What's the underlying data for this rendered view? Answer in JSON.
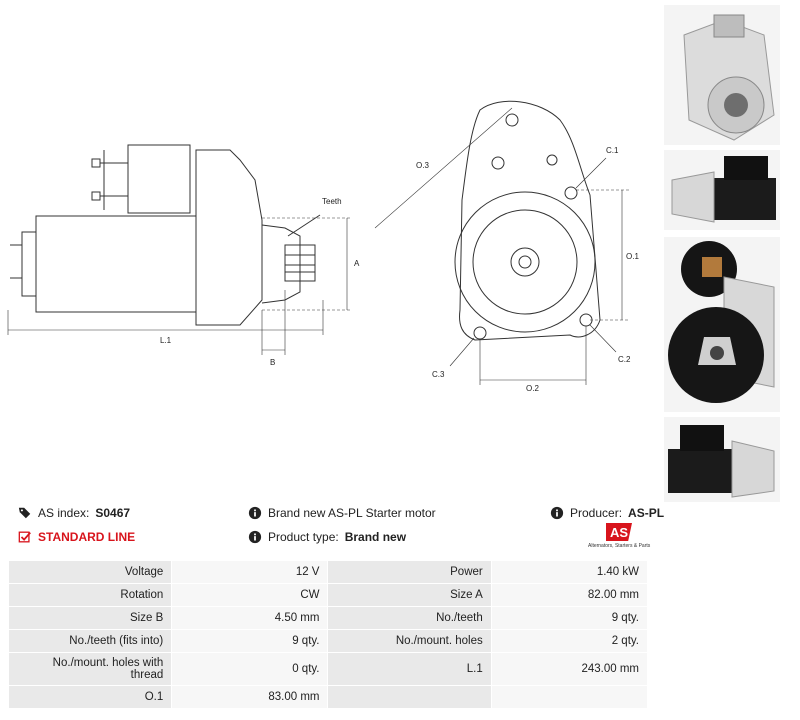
{
  "drawing_labels": {
    "teeth": "Teeth",
    "a": "A",
    "b": "B",
    "l1": "L.1",
    "c1": "C.1",
    "c2": "C.2",
    "c3": "C.3",
    "o1": "O.1",
    "o2": "O.2",
    "o3": "O.3"
  },
  "info": {
    "as_index_label": "AS index:",
    "as_index_value": "S0467",
    "standard_line": "STANDARD LINE",
    "description": "Brand new AS-PL Starter motor",
    "product_type_label": "Product type:",
    "product_type_value": "Brand new",
    "producer_label": "Producer:",
    "producer_value": "AS-PL"
  },
  "logo": {
    "mark": "AS",
    "tagline": "Alternators, Starters & Parts"
  },
  "specs": [
    {
      "label": "Voltage",
      "value": "12 V",
      "label2": "Power",
      "value2": "1.40 kW"
    },
    {
      "label": "Rotation",
      "value": "CW",
      "label2": "Size A",
      "value2": "82.00 mm"
    },
    {
      "label": "Size B",
      "value": "4.50 mm",
      "label2": "No./teeth",
      "value2": "9 qty."
    },
    {
      "label": "No./teeth (fits into)",
      "value": "9 qty.",
      "label2": "No./mount. holes",
      "value2": "2 qty."
    },
    {
      "label": "No./mount. holes with thread",
      "value": "0 qty.",
      "label2": "L.1",
      "value2": "243.00 mm"
    },
    {
      "label": "O.1",
      "value": "83.00 mm",
      "label2": "",
      "value2": ""
    }
  ],
  "colors": {
    "accent": "#d8141c",
    "label_bg": "#e9e9e9",
    "value_bg": "#f7f7f7"
  }
}
